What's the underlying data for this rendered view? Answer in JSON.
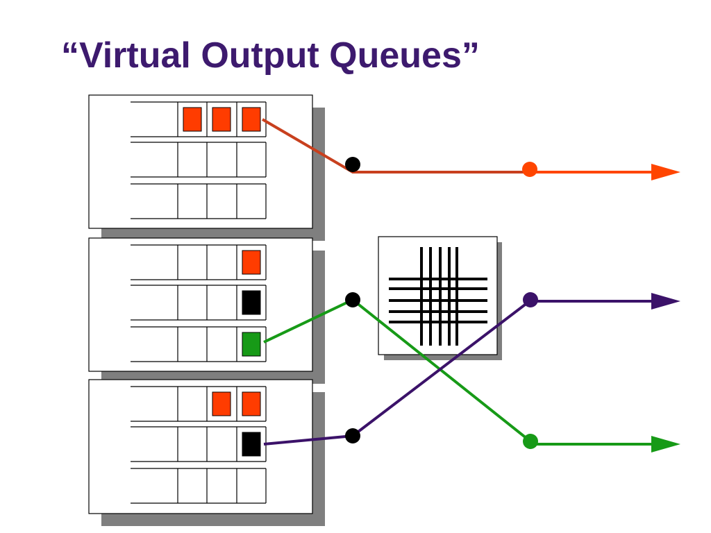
{
  "slide": {
    "title": "“Virtual Output Queues”"
  },
  "colors": {
    "title": "#3d1a6e",
    "red_cell": "#ff3c00",
    "red_line": "#c8401e",
    "red_output": "#ff4500",
    "green": "#179a17",
    "purple": "#3b1269",
    "black_cell": "#000000",
    "shadow": "#7f7f7f"
  },
  "icons": {
    "crossbar": "crossbar-switch-icon"
  },
  "inputs": [
    {
      "name": "input-port-1",
      "queues": [
        {
          "name": "voq-1-1",
          "packets": [
            "red",
            "red",
            "red"
          ]
        },
        {
          "name": "voq-1-2",
          "packets": []
        },
        {
          "name": "voq-1-3",
          "packets": []
        }
      ]
    },
    {
      "name": "input-port-2",
      "queues": [
        {
          "name": "voq-2-1",
          "packets": [
            "red"
          ]
        },
        {
          "name": "voq-2-2",
          "packets": [
            "black"
          ]
        },
        {
          "name": "voq-2-3",
          "packets": [
            "green"
          ]
        }
      ]
    },
    {
      "name": "input-port-3",
      "queues": [
        {
          "name": "voq-3-1",
          "packets": [
            "red",
            "red"
          ]
        },
        {
          "name": "voq-3-2",
          "packets": [
            "black"
          ]
        },
        {
          "name": "voq-3-3",
          "packets": []
        }
      ]
    }
  ],
  "connections": [
    {
      "name": "connection-input1-to-output1",
      "color": "red",
      "from_input": 1,
      "from_queue": 1,
      "to_output": 1
    },
    {
      "name": "connection-input2-to-output3",
      "color": "green",
      "from_input": 2,
      "from_queue": 3,
      "to_output": 3
    },
    {
      "name": "connection-input3-to-output2",
      "color": "purple",
      "from_input": 3,
      "from_queue": 2,
      "to_output": 2
    }
  ],
  "outputs": [
    {
      "name": "output-port-1",
      "color": "red"
    },
    {
      "name": "output-port-2",
      "color": "purple"
    },
    {
      "name": "output-port-3",
      "color": "green"
    }
  ]
}
